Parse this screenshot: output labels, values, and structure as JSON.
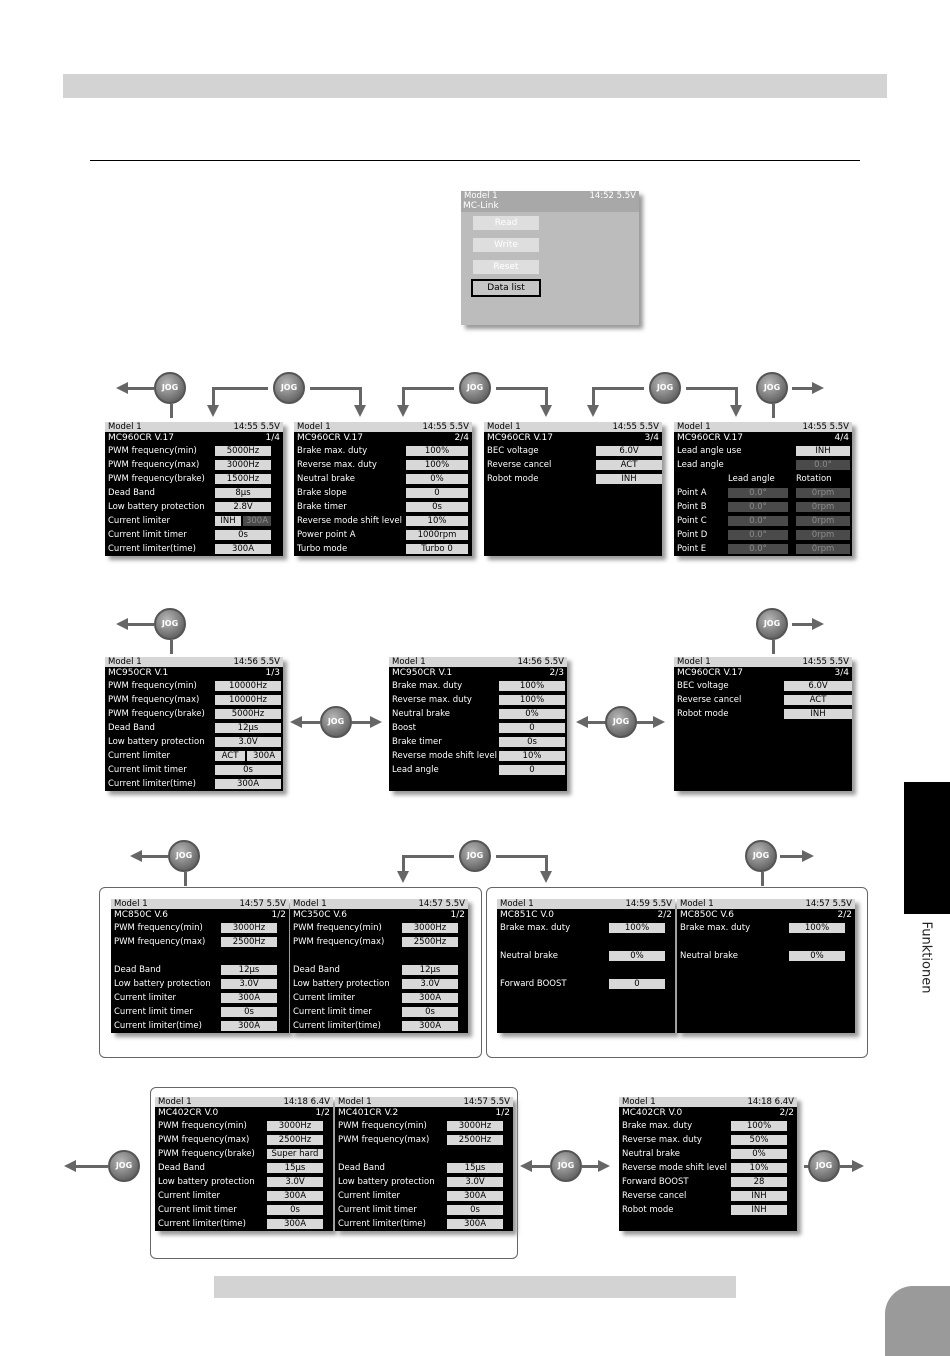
{
  "side_tab_label": "Funktionen",
  "jog_label": "JOG",
  "mclink": {
    "model": "Model 1",
    "time": "14:52",
    "voltage": "5.5V",
    "title": "MC-Link",
    "buttons": [
      "Read",
      "Write",
      "Reset",
      "Data list"
    ]
  },
  "row1": [
    {
      "model": "Model 1",
      "time": "14:55",
      "voltage": "5.5V",
      "device": "MC960CR V.17",
      "page": "1/4",
      "rows": [
        {
          "label": "PWM frequency(min)",
          "value": "5000Hz"
        },
        {
          "label": "PWM frequency(max)",
          "value": "3000Hz"
        },
        {
          "label": "PWM frequency(brake)",
          "value": "1500Hz"
        },
        {
          "label": "Dead Band",
          "value": "8μs"
        },
        {
          "label": "Low battery protection",
          "value": "2.8V"
        },
        {
          "label": "Current limiter",
          "value": "INH",
          "value2": "300A"
        },
        {
          "label": "Current limit timer",
          "value": "0s"
        },
        {
          "label": "Current limiter(time)",
          "value": "300A"
        }
      ]
    },
    {
      "model": "Model 1",
      "time": "14:55",
      "voltage": "5.5V",
      "device": "MC960CR V.17",
      "page": "2/4",
      "rows": [
        {
          "label": "Brake max. duty",
          "value": "100%"
        },
        {
          "label": "Reverse max. duty",
          "value": "100%"
        },
        {
          "label": "Neutral brake",
          "value": "0%"
        },
        {
          "label": "Brake slope",
          "value": "0"
        },
        {
          "label": "Brake timer",
          "value": "0s"
        },
        {
          "label": "Reverse mode shift level",
          "value": "10%"
        },
        {
          "label": "Power point A",
          "value": "1000rpm"
        },
        {
          "label": "Turbo mode",
          "value": "Turbo 0"
        }
      ]
    },
    {
      "model": "Model 1",
      "time": "14:55",
      "voltage": "5.5V",
      "device": "MC960CR V.17",
      "page": "3/4",
      "rows": [
        {
          "label": "BEC voltage",
          "value": "6.0V"
        },
        {
          "label": "Reverse cancel",
          "value": "ACT"
        },
        {
          "label": "Robot mode",
          "value": "INH"
        }
      ]
    },
    {
      "model": "Model 1",
      "time": "14:55",
      "voltage": "5.5V",
      "device": "MC960CR V.17",
      "page": "4/4",
      "lead_use": {
        "label": "Lead angle use",
        "value": "INH"
      },
      "lead_angle": {
        "label": "Lead angle",
        "value": "0.0°"
      },
      "col1": "Lead angle",
      "col2": "Rotation",
      "points": [
        {
          "label": "Point A",
          "angle": "0.0°",
          "rpm": "0rpm"
        },
        {
          "label": "Point B",
          "angle": "0.0°",
          "rpm": "0rpm"
        },
        {
          "label": "Point C",
          "angle": "0.0°",
          "rpm": "0rpm"
        },
        {
          "label": "Point D",
          "angle": "0.0°",
          "rpm": "0rpm"
        },
        {
          "label": "Point E",
          "angle": "0.0°",
          "rpm": "0rpm"
        }
      ]
    }
  ],
  "row2": [
    {
      "model": "Model 1",
      "time": "14:56",
      "voltage": "5.5V",
      "device": "MC950CR V.1",
      "page": "1/3",
      "rows": [
        {
          "label": "PWM frequency(min)",
          "value": "10000Hz"
        },
        {
          "label": "PWM frequency(max)",
          "value": "10000Hz"
        },
        {
          "label": "PWM frequency(brake)",
          "value": "5000Hz"
        },
        {
          "label": "Dead Band",
          "value": "12μs"
        },
        {
          "label": "Low battery protection",
          "value": "3.0V"
        },
        {
          "label": "Current limiter",
          "value": "ACT",
          "value2": "300A"
        },
        {
          "label": "Current limit timer",
          "value": "0s"
        },
        {
          "label": "Current limiter(time)",
          "value": "300A"
        }
      ]
    },
    {
      "model": "Model 1",
      "time": "14:56",
      "voltage": "5.5V",
      "device": "MC950CR V.1",
      "page": "2/3",
      "rows": [
        {
          "label": "Brake max. duty",
          "value": "100%"
        },
        {
          "label": "Reverse max. duty",
          "value": "100%"
        },
        {
          "label": "Neutral brake",
          "value": "0%"
        },
        {
          "label": "Boost",
          "value": "0"
        },
        {
          "label": "Brake timer",
          "value": "0s"
        },
        {
          "label": "Reverse mode shift level",
          "value": "10%"
        },
        {
          "label": "Lead angle",
          "value": "0"
        }
      ]
    },
    {
      "model": "Model 1",
      "time": "14:55",
      "voltage": "5.5V",
      "device": "MC960CR V.17",
      "page": "3/4",
      "rows": [
        {
          "label": "BEC voltage",
          "value": "6.0V"
        },
        {
          "label": "Reverse cancel",
          "value": "ACT"
        },
        {
          "label": "Robot mode",
          "value": "INH"
        }
      ]
    }
  ],
  "row3": [
    {
      "model": "Model 1",
      "time": "14:57",
      "voltage": "5.5V",
      "device": "MC850C V.6",
      "page": "1/2",
      "rows": [
        {
          "label": "PWM frequency(min)",
          "value": "3000Hz"
        },
        {
          "label": "PWM frequency(max)",
          "value": "2500Hz"
        },
        {
          "label": "",
          "value": ""
        },
        {
          "label": "Dead Band",
          "value": "12μs"
        },
        {
          "label": "Low battery protection",
          "value": "3.0V"
        },
        {
          "label": "Current limiter",
          "value": "300A"
        },
        {
          "label": "Current limit timer",
          "value": "0s"
        },
        {
          "label": "Current limiter(time)",
          "value": "300A"
        }
      ]
    },
    {
      "model": "Model 1",
      "time": "14:57",
      "voltage": "5.5V",
      "device": "MC350C V.6",
      "page": "1/2",
      "rows": [
        {
          "label": "PWM frequency(min)",
          "value": "3000Hz"
        },
        {
          "label": "PWM frequency(max)",
          "value": "2500Hz"
        },
        {
          "label": "",
          "value": ""
        },
        {
          "label": "Dead Band",
          "value": "12μs"
        },
        {
          "label": "Low battery protection",
          "value": "3.0V"
        },
        {
          "label": "Current limiter",
          "value": "300A"
        },
        {
          "label": "Current limit timer",
          "value": "0s"
        },
        {
          "label": "Current limiter(time)",
          "value": "300A"
        }
      ]
    },
    {
      "model": "Model 1",
      "time": "14:59",
      "voltage": "5.5V",
      "device": "MC851C V.0",
      "page": "2/2",
      "rows": [
        {
          "label": "Brake max. duty",
          "value": "100%"
        },
        {
          "label": "",
          "value": ""
        },
        {
          "label": "Neutral brake",
          "value": "0%"
        },
        {
          "label": "",
          "value": ""
        },
        {
          "label": "Forward BOOST",
          "value": "0"
        }
      ]
    },
    {
      "model": "Model 1",
      "time": "14:57",
      "voltage": "5.5V",
      "device": "MC850C V.6",
      "page": "2/2",
      "rows": [
        {
          "label": "Brake max. duty",
          "value": "100%"
        },
        {
          "label": "",
          "value": ""
        },
        {
          "label": "Neutral brake",
          "value": "0%"
        }
      ]
    }
  ],
  "row4": [
    {
      "model": "Model 1",
      "time": "14:18",
      "voltage": "6.4V",
      "device": "MC402CR V.0",
      "page": "1/2",
      "rows": [
        {
          "label": "PWM frequency(min)",
          "value": "3000Hz"
        },
        {
          "label": "PWM frequency(max)",
          "value": "2500Hz"
        },
        {
          "label": "PWM frequency(brake)",
          "value": "Super hard"
        },
        {
          "label": "Dead Band",
          "value": "15μs"
        },
        {
          "label": "Low battery protection",
          "value": "3.0V"
        },
        {
          "label": "Current limiter",
          "value": "300A"
        },
        {
          "label": "Current limit timer",
          "value": "0s"
        },
        {
          "label": "Current limiter(time)",
          "value": "300A"
        }
      ]
    },
    {
      "model": "Model 1",
      "time": "14:57",
      "voltage": "5.5V",
      "device": "MC401CR V.2",
      "page": "1/2",
      "rows": [
        {
          "label": "PWM frequency(min)",
          "value": "3000Hz"
        },
        {
          "label": "PWM frequency(max)",
          "value": "2500Hz"
        },
        {
          "label": "",
          "value": ""
        },
        {
          "label": "Dead Band",
          "value": "15μs"
        },
        {
          "label": "Low battery protection",
          "value": "3.0V"
        },
        {
          "label": "Current limiter",
          "value": "300A"
        },
        {
          "label": "Current limit timer",
          "value": "0s"
        },
        {
          "label": "Current limiter(time)",
          "value": "300A"
        }
      ]
    },
    {
      "model": "Model 1",
      "time": "14:18",
      "voltage": "6.4V",
      "device": "MC402CR V.0",
      "page": "2/2",
      "rows": [
        {
          "label": "Brake max. duty",
          "value": "100%"
        },
        {
          "label": "Reverse max. duty",
          "value": "50%"
        },
        {
          "label": "Neutral brake",
          "value": "0%"
        },
        {
          "label": "Reverse mode shift level",
          "value": "10%"
        },
        {
          "label": "Forward BOOST",
          "value": "28"
        },
        {
          "label": "Reverse cancel",
          "value": "INH"
        },
        {
          "label": "Robot mode",
          "value": "INH"
        }
      ]
    }
  ]
}
